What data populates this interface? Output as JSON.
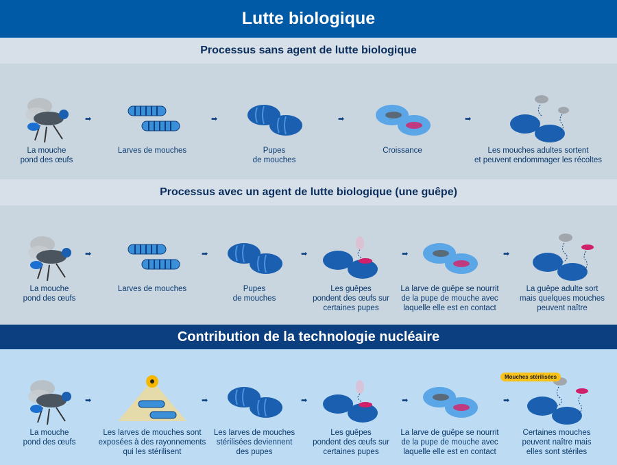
{
  "title": "Lutte biologique",
  "section1": {
    "heading": "Processus sans agent de lutte biologique",
    "steps": [
      "La mouche\npond des œufs",
      "Larves de mouches",
      "Pupes\nde mouches",
      "Croissance",
      "Les mouches adultes sortent\net peuvent endommager les récoltes"
    ]
  },
  "section2": {
    "heading": "Processus avec un agent de lutte biologique (une guêpe)",
    "steps": [
      "La mouche\npond des œufs",
      "Larves de mouches",
      "Pupes\nde mouches",
      "Les guêpes\npondent des œufs sur\ncertaines pupes",
      "La larve de guêpe se nourrit\nde la pupe de mouche avec\nlaquelle elle est en contact",
      "La guêpe adulte sort\nmais quelques mouches\npeuvent naître"
    ]
  },
  "section3": {
    "heading": "Contribution de la technologie nucléaire",
    "badge": "Mouches stérilisées",
    "steps": [
      "La mouche\npond des œufs",
      "Les larves de mouches sont\nexposées à des rayonnements\nqui les stérilisent",
      "Les larves de mouches\nstérilisées deviennent\ndes pupes",
      "Les guêpes\npondent des œufs sur\ncertaines pupes",
      "La larve de guêpe se nourrit\nde la pupe de mouche avec\nlaquelle elle est en contact",
      "Certaines mouches\npeuvent naître mais\nelles sont stériles"
    ]
  },
  "arrow_glyph": "➡",
  "colors": {
    "header": "#005aa6",
    "nuclear_header": "#0b3f7f",
    "pupa": "#1a5fb0",
    "wasp": "#d0206a"
  }
}
